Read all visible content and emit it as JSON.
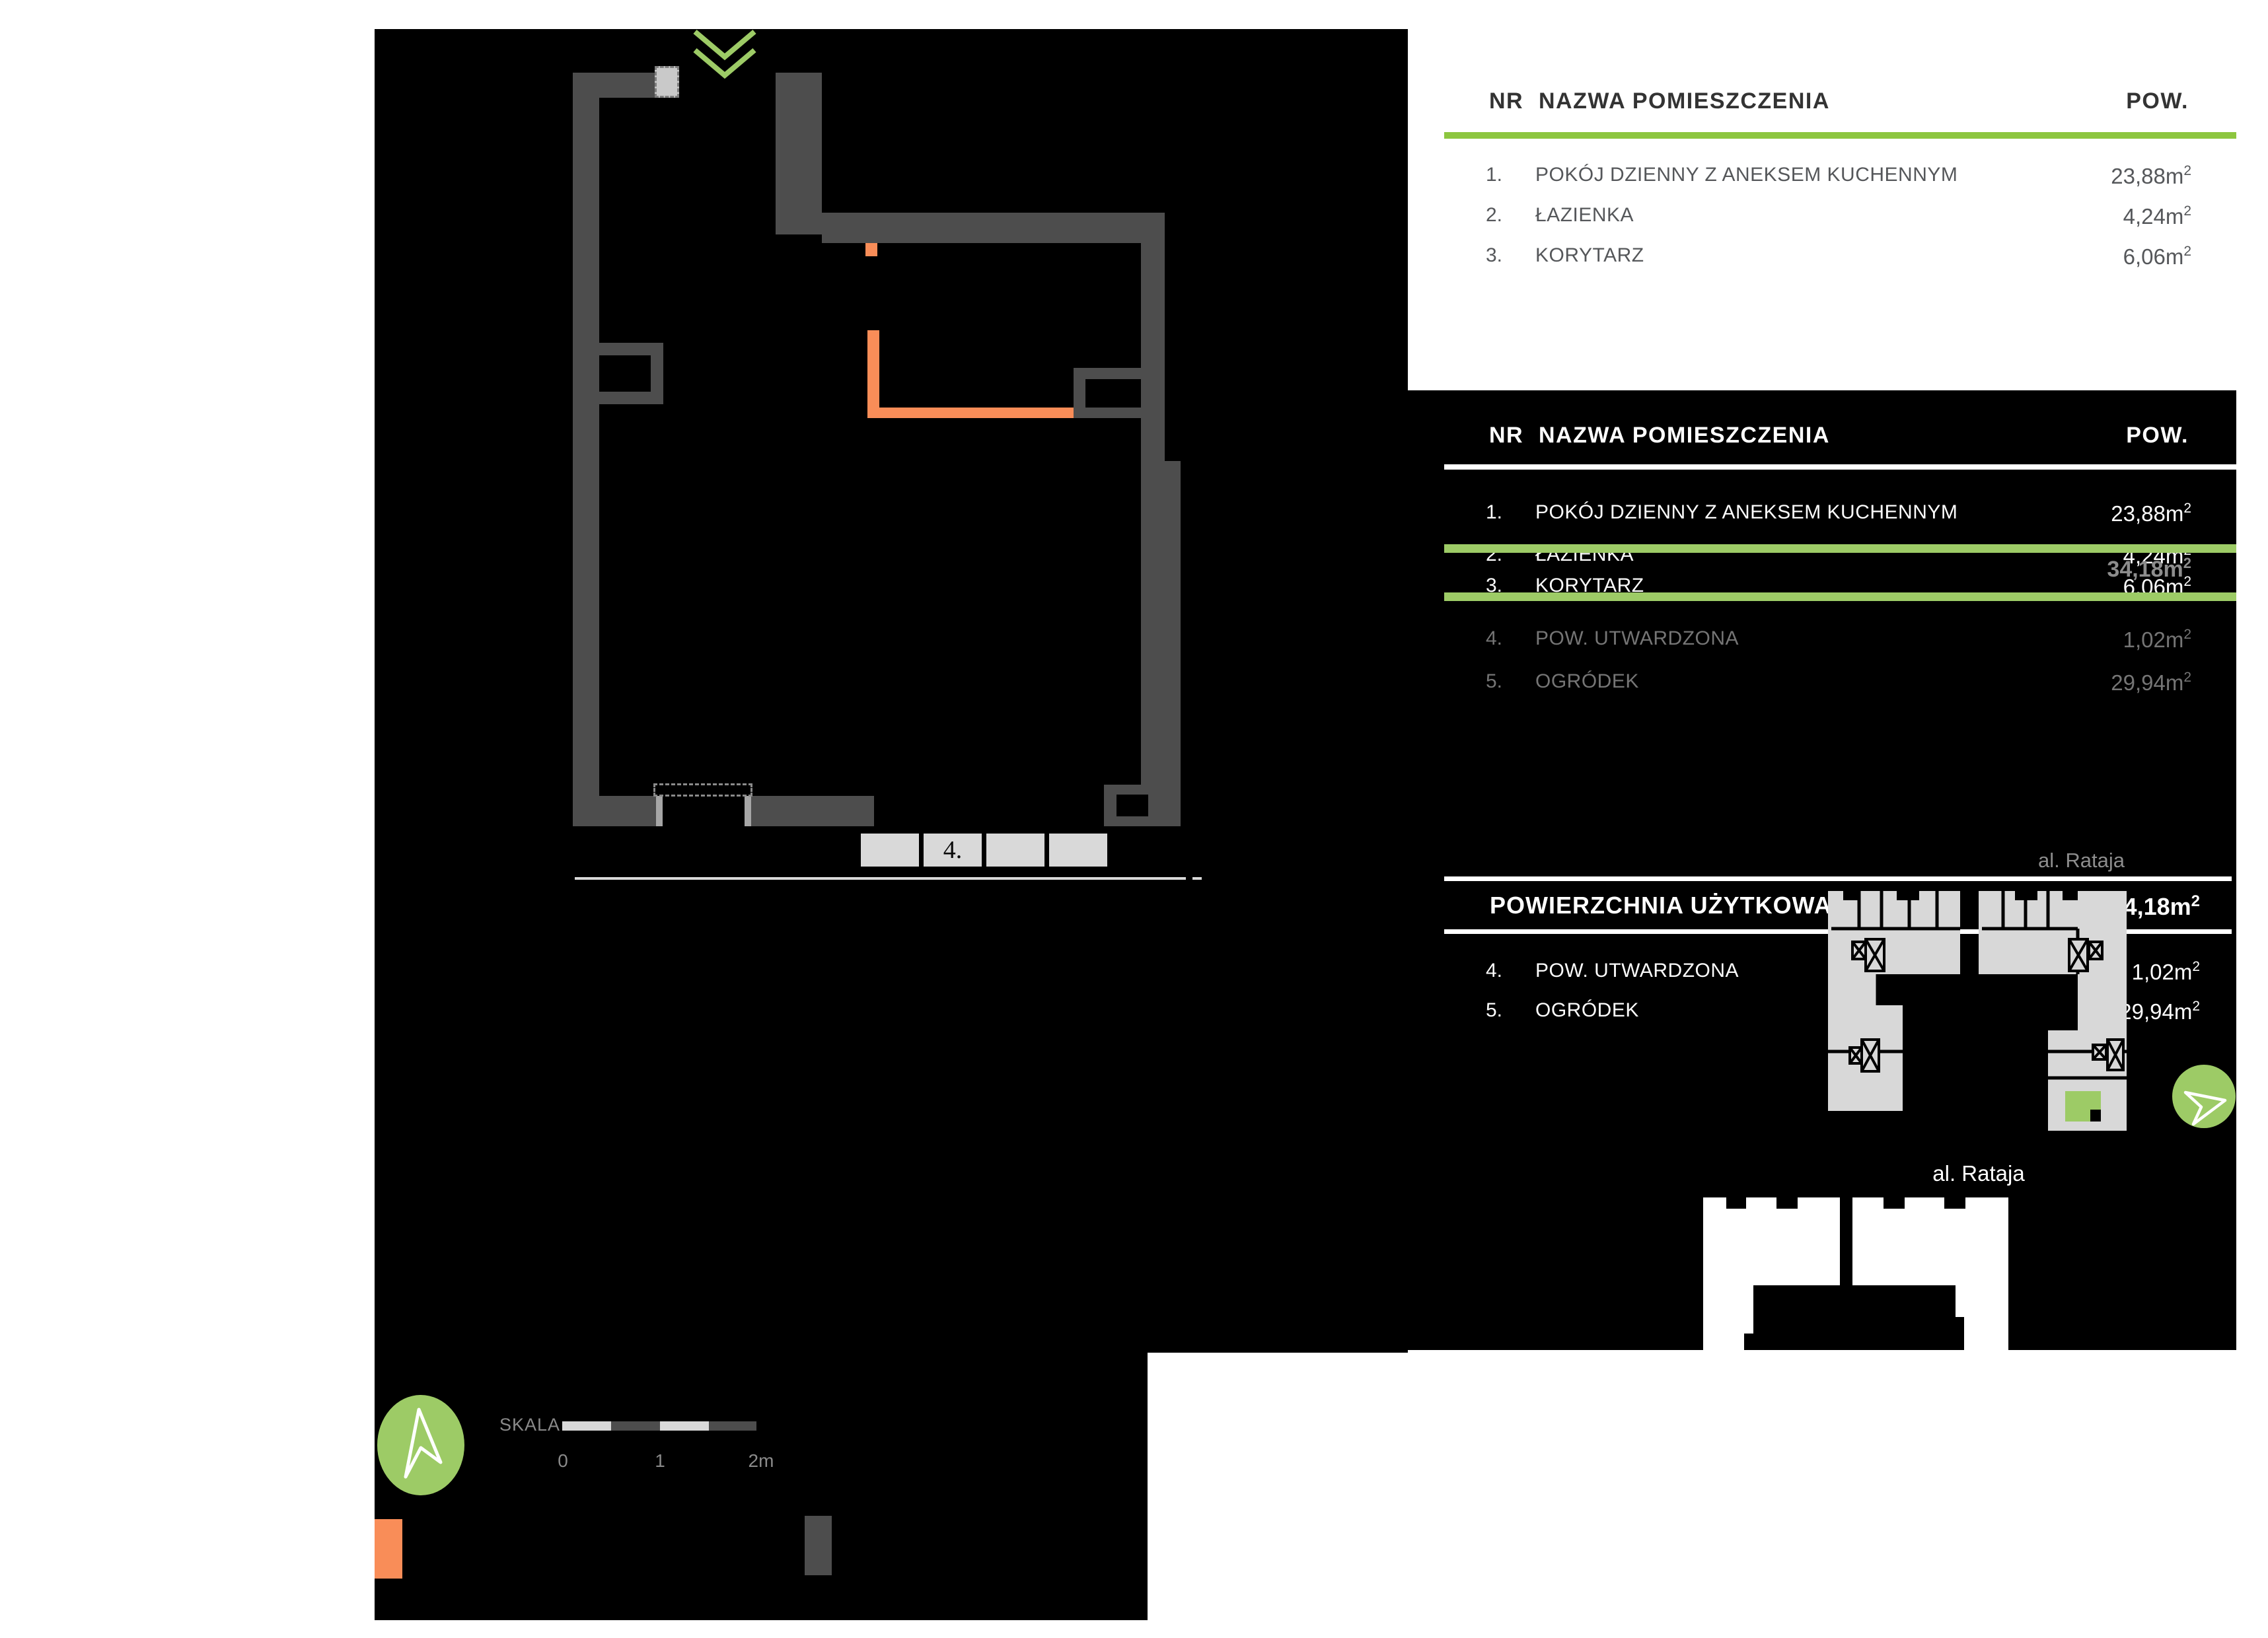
{
  "accent": {
    "green_bright": "#8dc63f",
    "green_soft": "#9dcb66",
    "orange": "#f98d58",
    "wall_gray": "#4d4d4d",
    "light_gray": "#d9d9d9"
  },
  "table_header": {
    "nr": "NR",
    "name": "NAZWA POMIESZCZENIA",
    "pow": "POW."
  },
  "rooms": [
    {
      "nr": "1.",
      "name": "POKÓJ DZIENNY Z ANEKSEM KUCHENNYM",
      "value": "23,88m",
      "sup": "2"
    },
    {
      "nr": "2.",
      "name": "ŁAZIENKA",
      "value": "4,24m",
      "sup": "2"
    },
    {
      "nr": "3.",
      "name": "KORYTARZ",
      "value": "6,06m",
      "sup": "2"
    }
  ],
  "extras": [
    {
      "nr": "4.",
      "name": "POW. UTWARDZONA",
      "value": "1,02m",
      "sup": "2"
    },
    {
      "nr": "5.",
      "name": "OGRÓDEK",
      "value": "29,94m",
      "sup": "2"
    }
  ],
  "summary": {
    "label": "POWIERZCHNIA UŻYTKOWA",
    "value": "34,18m",
    "sup": "2"
  },
  "streets": {
    "top": "al. Rataja",
    "bottom": "al. Rataja"
  },
  "plan": {
    "paved_label": "4."
  },
  "legend": {
    "title": "SKALA",
    "tick0": "0",
    "tick1": "1",
    "tick2": "2m"
  }
}
